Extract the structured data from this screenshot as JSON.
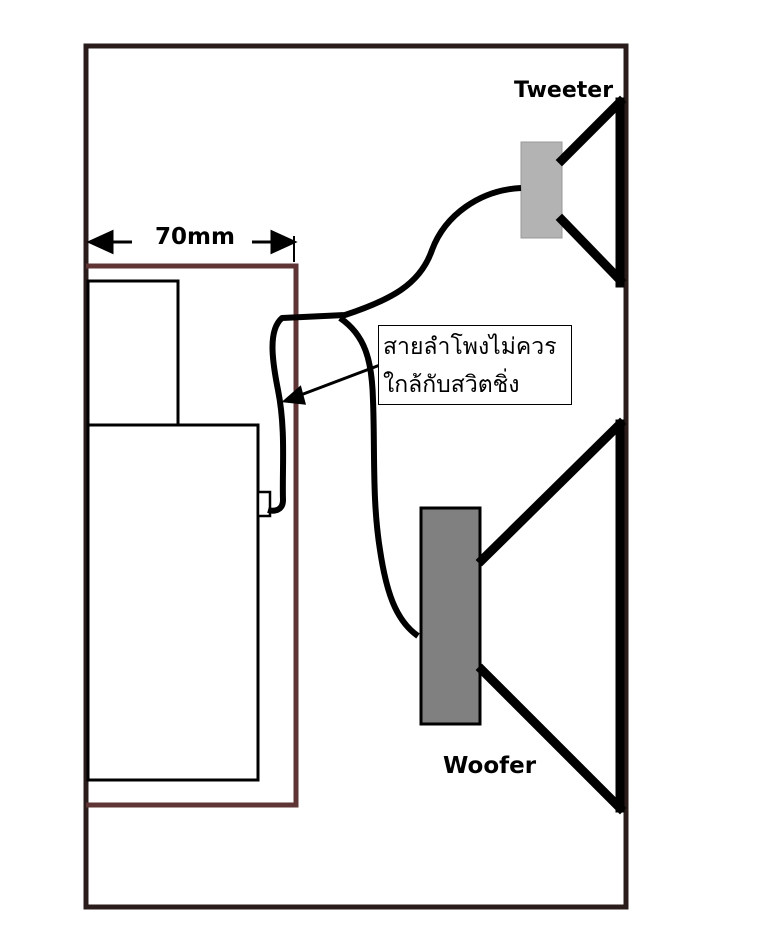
{
  "labels": {
    "tweeter": "Tweeter",
    "woofer": "Woofer",
    "dimension": "70mm"
  },
  "note": {
    "line1": "สายลำโพงไม่ควร",
    "line2": "ใกล้กับสวิตชิ่ง"
  },
  "colors": {
    "cabinet": "#2b1c1c",
    "partition": "#5e3434",
    "tweeter_magnet": "#b3b3b3",
    "woofer_magnet": "#808080"
  }
}
